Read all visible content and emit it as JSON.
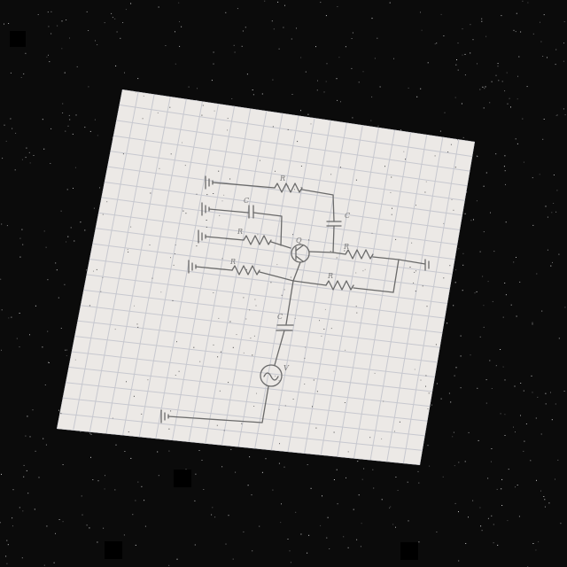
{
  "colors": {
    "background": "#0b0b0b",
    "paper": "#ece9e6",
    "grid": "#c7c8cf",
    "pencil": "#6a6a6a"
  },
  "diagram": {
    "medium": "hand-drawn pencil schematic on graph paper",
    "components": [
      {
        "name": "resistor-r1",
        "kind": "resistor",
        "label": "R"
      },
      {
        "name": "capacitor-c1",
        "kind": "capacitor",
        "label": "C"
      },
      {
        "name": "capacitor-c2",
        "kind": "capacitor",
        "label": "C"
      },
      {
        "name": "resistor-r2",
        "kind": "resistor",
        "label": "R"
      },
      {
        "name": "transistor-q1",
        "kind": "transistor",
        "label": "Q"
      },
      {
        "name": "resistor-r3",
        "kind": "resistor",
        "label": "R"
      },
      {
        "name": "resistor-r4",
        "kind": "resistor",
        "label": "R"
      },
      {
        "name": "resistor-r5",
        "kind": "resistor",
        "label": "R"
      },
      {
        "name": "capacitor-c3",
        "kind": "capacitor",
        "label": "C"
      },
      {
        "name": "ac-source",
        "kind": "voltage-source",
        "label": "V"
      }
    ],
    "ground_symbols": 6
  }
}
